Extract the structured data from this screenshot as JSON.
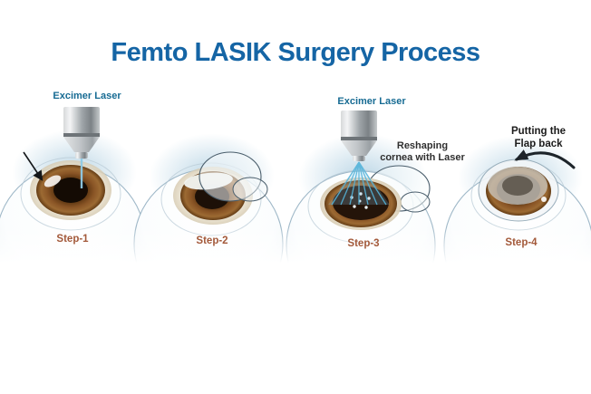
{
  "title": "Femto LASIK Surgery Process",
  "colors": {
    "title_blue": "#1565a5",
    "laser_label_teal": "#176b93",
    "step_label_brown": "#a3593a",
    "laser_beam_blue": "#7cc4e2",
    "arrow_black": "#1d242a",
    "iris_brown": "#8a5526",
    "background": "#ffffff"
  },
  "steps": [
    {
      "label": "Step-1",
      "laser_label": "Excimer Laser",
      "illustration": "eye-with-single-laser-beam-and-pointer-arrow"
    },
    {
      "label": "Step-2",
      "illustration": "eye-with-corneal-flap-lifted"
    },
    {
      "label": "Step-3",
      "laser_label": "Excimer Laser",
      "note_line1": "Reshaping",
      "note_line2": "cornea with Laser",
      "illustration": "eye-with-laser-fan-reshaping-cornea"
    },
    {
      "label": "Step-4",
      "note_line1": "Putting the",
      "note_line2": "Flap back",
      "illustration": "eye-with-flap-replaced-and-curved-arrow"
    }
  ]
}
